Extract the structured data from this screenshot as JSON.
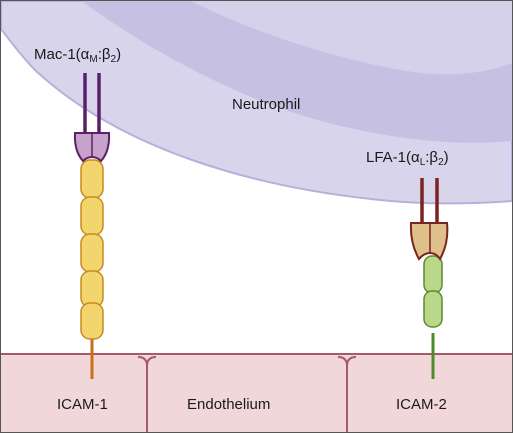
{
  "labels": {
    "neutrophil": "Neutrophil",
    "endothelium": "Endothelium",
    "icam1": "ICAM-1",
    "icam2": "ICAM-2",
    "mac1": {
      "name": "Mac-1(",
      "alpha": "α",
      "alpha_sub": "M",
      "sep": ":",
      "beta": "β",
      "beta_sub": "2",
      "close": ")"
    },
    "lfa1": {
      "name": "LFA-1(",
      "alpha": "α",
      "alpha_sub": "L",
      "sep": ":",
      "beta": "β",
      "beta_sub": "2",
      "close": ")"
    }
  },
  "colors": {
    "neutrophil_fill": "#d8d4ec",
    "neutrophil_band": "#c6c0e2",
    "neutrophil_edge": "#b8b0da",
    "endothelium_fill": "#f2d7da",
    "endothelium_stroke": "#a65a64",
    "mac1_head": "#c7a3cb",
    "mac1_stalk": "#5b1f6b",
    "lfa1_head": "#dfc08a",
    "lfa1_stalk": "#7a2420",
    "icam1_domain": "#f3d56e",
    "icam1_stroke": "#c98a1e",
    "icam1_stem": "#c8701a",
    "icam2_domain": "#b9d88a",
    "icam2_stroke": "#5e8b2a",
    "icam2_stem": "#4f8a2a"
  },
  "structures": {
    "icam1_domain_count": 5,
    "icam2_domain_count": 2
  }
}
